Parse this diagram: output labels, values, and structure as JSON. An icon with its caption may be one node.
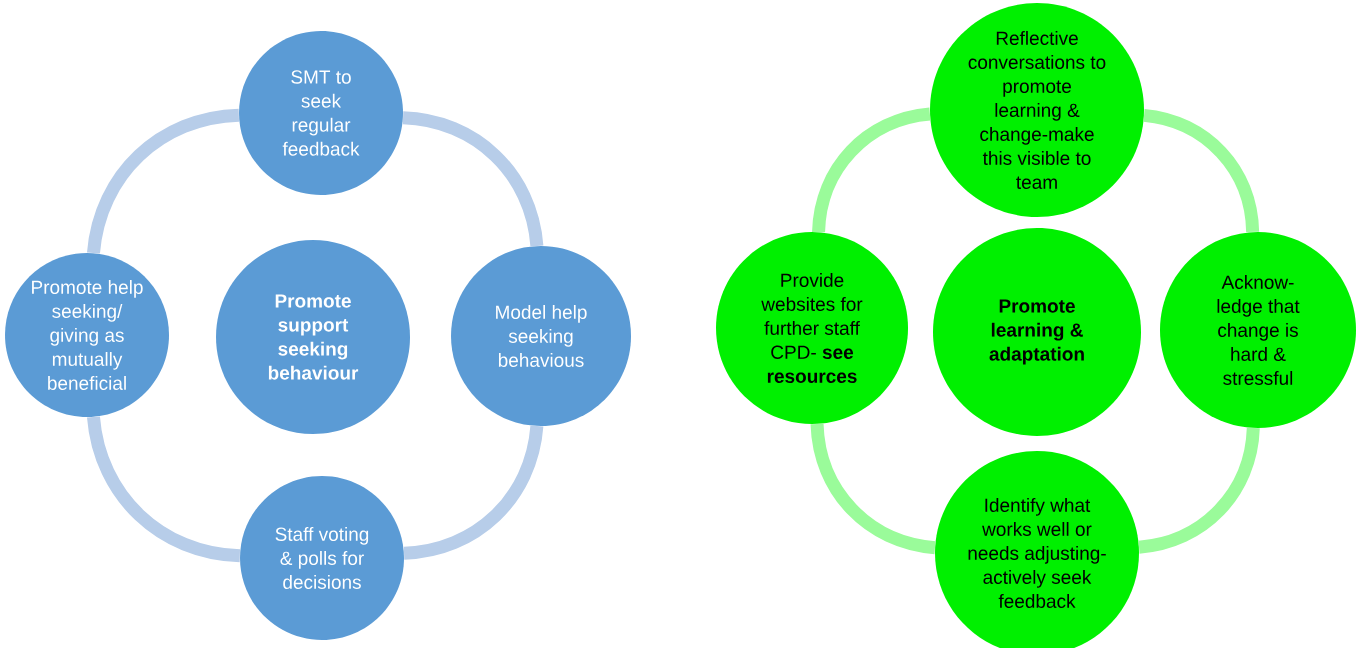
{
  "diagram": {
    "nodes": [
      {
        "text": [
          "SMT to seek regular feedback"
        ]
      },
      {
        "text": [
          "Promote help seeking/ giving as mutually beneficial"
        ]
      },
      {
        "text": [
          "Promote support seeking behaviour"
        ]
      },
      {
        "text": [
          "Model help seeking behavious"
        ]
      },
      {
        "text": [
          "Staff voting & polls for decisions"
        ]
      },
      {
        "text": [
          "Reflective conversations to promote learning & change-make this visible to team"
        ]
      },
      {
        "text": [
          "Provide websites for further staff CPD- **see resources**"
        ]
      },
      {
        "text": [
          "Promote learning & adaptation"
        ]
      },
      {
        "text": [
          "Acknow- ledge that change is hard & stressful"
        ]
      },
      {
        "text": [
          "Identify what works well or needs adjusting- actively seek feedback"
        ]
      }
    ],
    "edges": [
      {
        "from": 0,
        "to": 3,
        "arrow": "none",
        "color": "#b7cde9"
      },
      {
        "from": 3,
        "to": 4,
        "arrow": "none",
        "color": "#b7cde9"
      },
      {
        "from": 4,
        "to": 1,
        "arrow": "none",
        "color": "#b7cde9"
      },
      {
        "from": 1,
        "to": 0,
        "arrow": "none",
        "color": "#b7cde9"
      },
      {
        "from": 5,
        "to": 8,
        "arrow": "none",
        "color": "#9afb9a"
      },
      {
        "from": 8,
        "to": 9,
        "arrow": "none",
        "color": "#9afb9a"
      },
      {
        "from": 9,
        "to": 6,
        "arrow": "none",
        "color": "#9afb9a"
      },
      {
        "from": 6,
        "to": 5,
        "arrow": "none",
        "color": "#9afb9a"
      }
    ]
  }
}
